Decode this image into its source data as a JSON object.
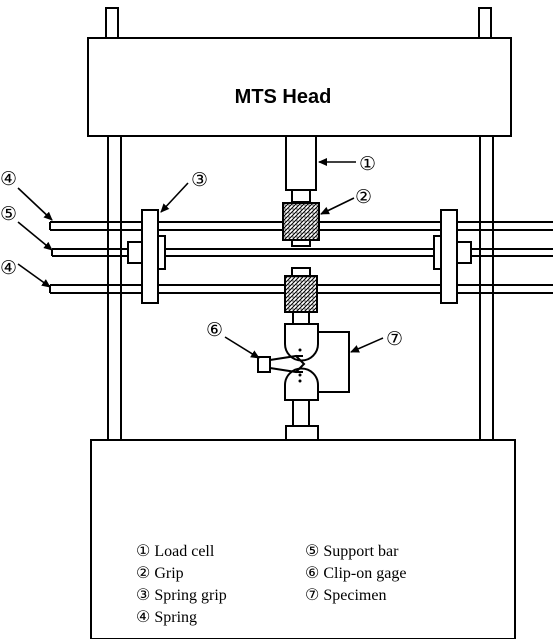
{
  "head_label": "MTS Head",
  "callouts": {
    "load_cell": "①",
    "grip": "②",
    "spring_grip": "③",
    "spring_top": "④",
    "support_bar": "⑤",
    "spring_bottom": "④",
    "clip_on_gage": "⑥",
    "specimen": "⑦"
  },
  "legend": [
    "① Load cell",
    "② Grip",
    "③ Spring grip",
    "④ Spring",
    "⑤ Support bar",
    "⑥ Clip-on gage",
    "⑦ Specimen"
  ]
}
